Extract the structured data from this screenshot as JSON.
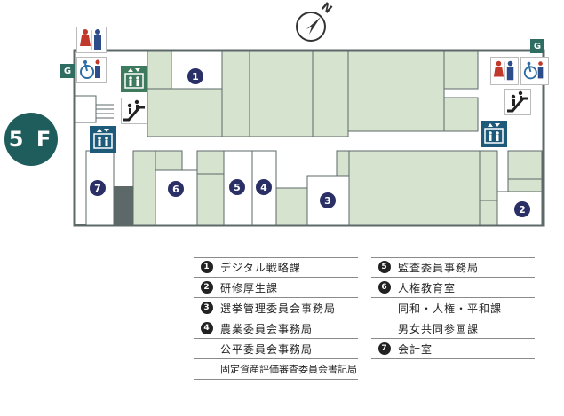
{
  "floor": "5 F",
  "compass": {
    "north_label": "N"
  },
  "facility_tags": {
    "g_left": "G",
    "g_right": "G"
  },
  "room_markers": [
    "1",
    "2",
    "3",
    "4",
    "5",
    "6",
    "7"
  ],
  "legend": {
    "left": [
      {
        "num": "1",
        "text": "デジタル戦略課"
      },
      {
        "num": "2",
        "text": "研修厚生課"
      },
      {
        "num": "3",
        "text": "選挙管理委員会事務局"
      },
      {
        "num": "4",
        "text": "農業委員会事務局"
      },
      {
        "num": "",
        "text": "公平委員会事務局"
      },
      {
        "num": "",
        "text": "固定資産評価審査委員会書記局"
      }
    ],
    "right": [
      {
        "num": "5",
        "text": "監査委員事務局"
      },
      {
        "num": "6",
        "text": "人権教育室"
      },
      {
        "num": "",
        "text": "同和・人権・平和課"
      },
      {
        "num": "",
        "text": "男女共同参画課"
      },
      {
        "num": "7",
        "text": "会計室"
      }
    ]
  },
  "colors": {
    "room_fill": "#d6e3cf",
    "wall": "#5d6868",
    "badge": "#1f5d5c",
    "marker": "#2a3066",
    "elevator_blue": "#1e5a7a",
    "elevator_green": "#3e7a5e"
  },
  "icons": [
    "toilet-icon",
    "accessible-toilet-icon",
    "elevator-icon",
    "escalator-icon",
    "compass-icon"
  ]
}
